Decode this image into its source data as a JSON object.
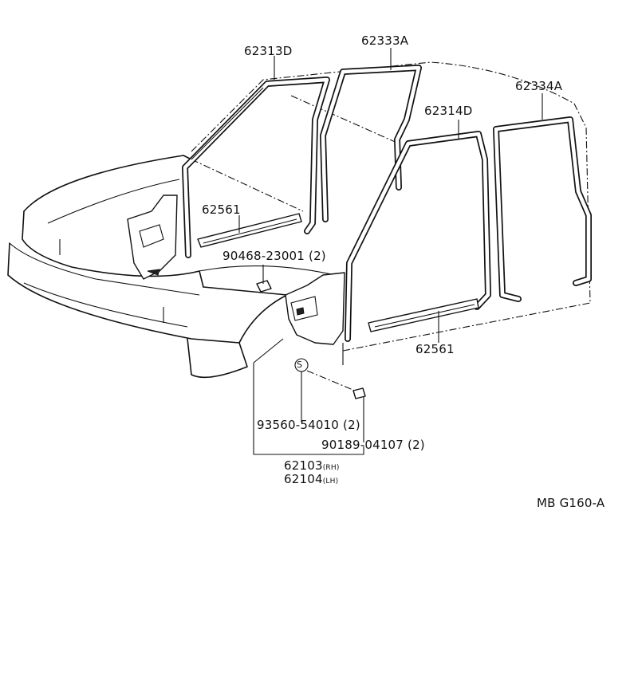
{
  "diagram": {
    "labels": {
      "p62313D": "62313D",
      "p62333A": "62333A",
      "p62334A": "62334A",
      "p62314D": "62314D",
      "p62561_front": "62561",
      "p90468": "90468-23001 (2)",
      "p62561_rear": "62561",
      "p93560": "93560-54010 (2)",
      "p90189": "90189-04107 (2)",
      "p62103": "62103",
      "p62103_suffix": "(RH)",
      "p62104": "62104",
      "p62104_suffix": "(LH)",
      "code": "MB G160-A",
      "s_mark": "S"
    }
  }
}
